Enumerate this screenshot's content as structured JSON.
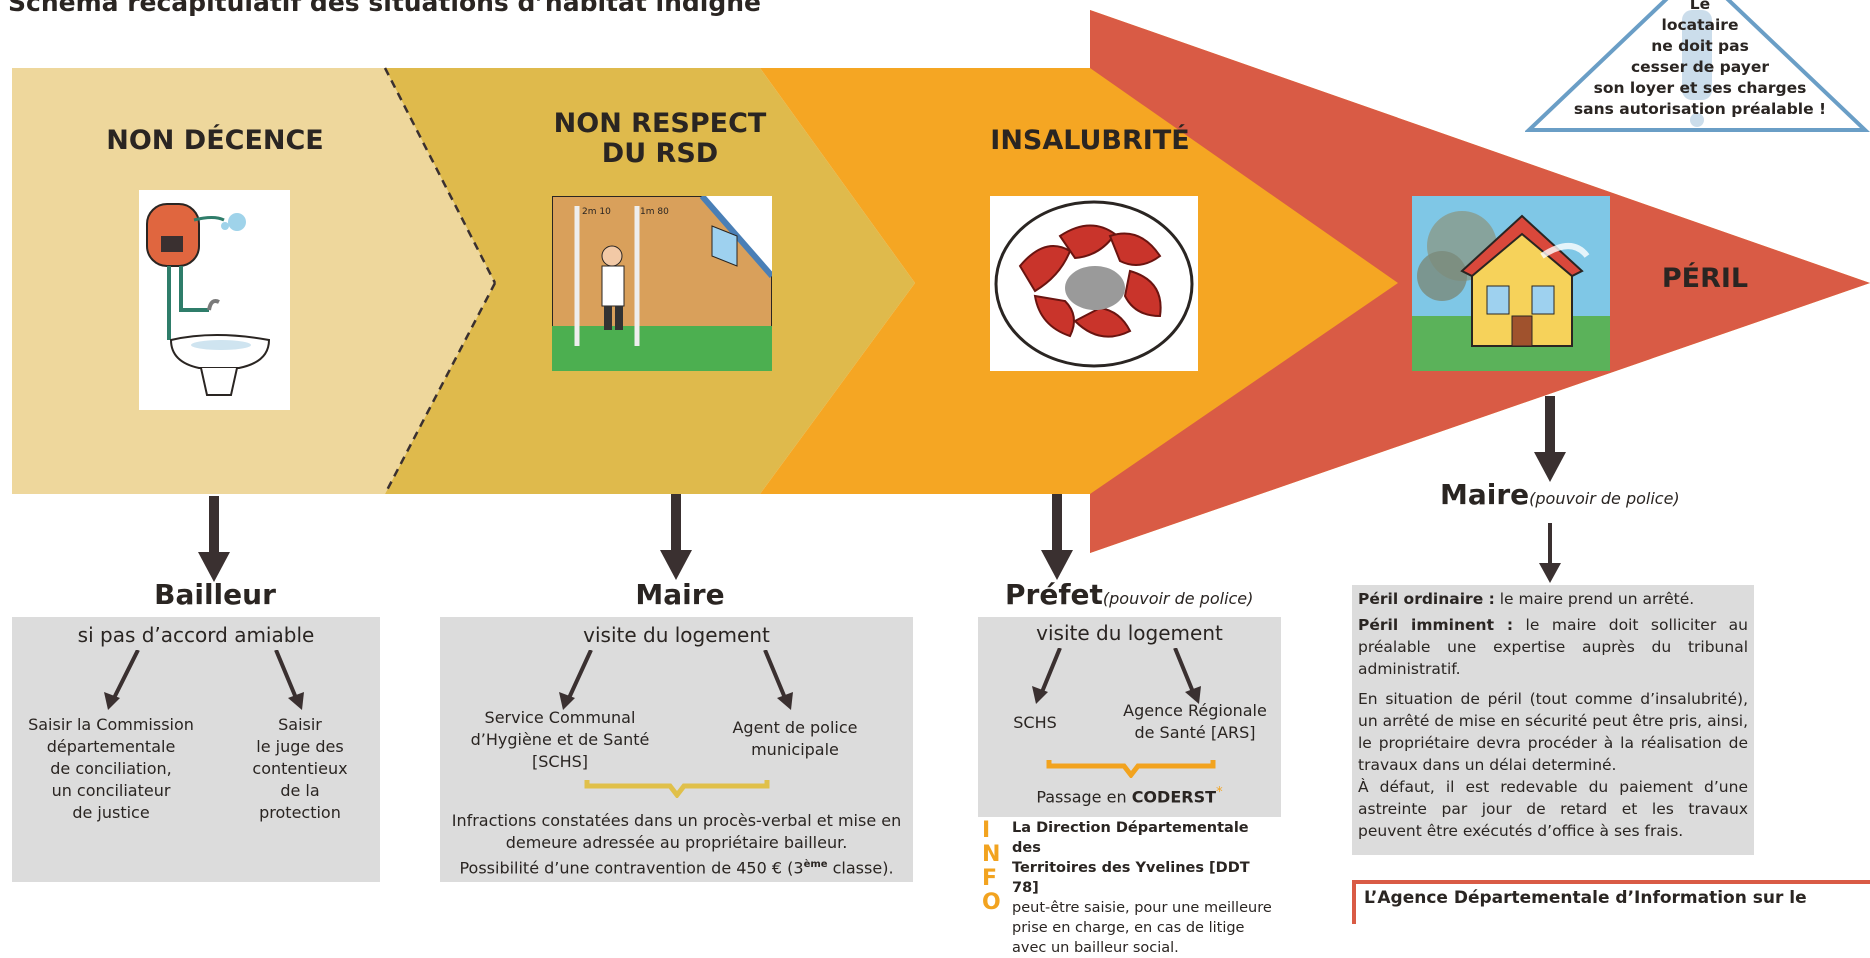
{
  "title": "Schéma récapitulatif des situations d’habitat indigne",
  "warning": {
    "line1": "Le",
    "line2": "locataire",
    "line3": "ne doit pas",
    "line4": "cesser de payer",
    "line5": "son loyer et ses charges",
    "line6": "sans autorisation préalable !"
  },
  "stages": {
    "non_decence": "NON DÉCENCE",
    "rsd_line1": "NON RESPECT",
    "rsd_line2": "DU RSD",
    "insalubrite": "INSALUBRITÉ",
    "peril": "PÉRIL"
  },
  "pics": {
    "rsd_measure_a": "2m 10",
    "rsd_measure_b": "1m 80"
  },
  "bailleur": {
    "title": "Bailleur",
    "subtitle": "si pas d’accord amiable",
    "left": [
      "Saisir la Commission",
      "départementale",
      "de conciliation,",
      "un conciliateur",
      "de justice"
    ],
    "right": [
      "Saisir",
      "le juge des",
      "contentieux",
      "de la",
      "protection"
    ]
  },
  "maire": {
    "title": "Maire",
    "subtitle": "visite du logement",
    "left": [
      "Service Communal",
      "d’Hygiène et de Santé",
      "[SCHS]"
    ],
    "right": [
      "Agent de police",
      "municipale"
    ],
    "bottom": [
      "Infractions constatées dans un procès-verbal et mise en",
      "demeure adressée au propriétaire bailleur."
    ],
    "bottom3a": "Possibilité d’une contravention de 450 € (3",
    "bottom3sup": "ème",
    "bottom3b": " classe)."
  },
  "prefet": {
    "title": "Préfet",
    "note": "(pouvoir de police)",
    "subtitle": "visite du logement",
    "left": "SCHS",
    "right": [
      "Agence Régionale",
      "de Santé [ARS]"
    ],
    "passage_a": "Passage en ",
    "passage_b": "CODERST",
    "passage_sup": "*",
    "info_letters": [
      "I",
      "N",
      "F",
      "O"
    ],
    "info_bold1": "La Direction Départementale des",
    "info_bold2": "Territoires des Yvelines [DDT 78]",
    "info_rest": [
      "peut-être saisie, pour une meilleure",
      "prise en charge, en cas de litige",
      "avec un bailleur social."
    ]
  },
  "peril": {
    "title": "Maire",
    "note": "(pouvoir de police)",
    "p1_bold": "Péril ordinaire :",
    "p1_rest": " le maire prend un arrêté.",
    "p2_bold": "Péril imminent :",
    "p2_rest": " le maire doit solliciter au préalable une expertise auprès du tribunal administratif.",
    "p3": "En situation de péril (tout comme d’insalubrité), un arrêté de mise en sécurité peut être pris, ainsi, le propriétaire devra procéder à la réalisation de travaux dans un délai determiné.",
    "p4": "À défaut, il est redevable du paiement d’une astreinte par jour de retard et les travaux peuvent être exécutés d’office à ses frais."
  },
  "adil_box": "L’Agence Départementale d’Information sur le",
  "colors": {
    "band1": "#eed79c",
    "band2": "#dfba4c",
    "band3": "#f5a623",
    "arrow": "#d95b45",
    "box": "#dcdcdc",
    "text": "#2a2522",
    "info": "#f2a31f",
    "warning": "#6a9ec6",
    "brace_maire": "#e0c04a",
    "brace_prefet": "#f2a31f"
  },
  "icons": [
    "water-heater-sink-icon",
    "attic-measurement-icon",
    "damaged-roof-tiles-icon",
    "collapsing-house-icon",
    "warning-triangle-icon",
    "down-arrow-icon"
  ]
}
